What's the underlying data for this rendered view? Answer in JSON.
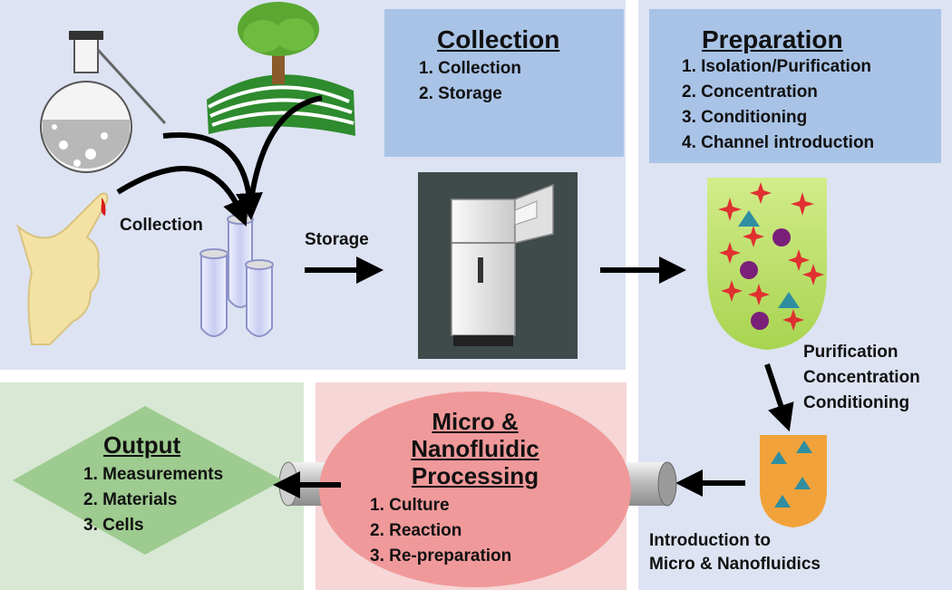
{
  "collection_box": {
    "title": "Collection",
    "items": [
      "1. Collection",
      "2. Storage"
    ]
  },
  "preparation_box": {
    "title": "Preparation",
    "items": [
      "1. Isolation/Purification",
      "2. Concentration",
      "3. Conditioning",
      "4. Channel introduction"
    ]
  },
  "labels": {
    "collection": "Collection",
    "storage": "Storage",
    "purification": "Purification",
    "concentration": "Concentration",
    "conditioning": "Conditioning",
    "introduction_line1": "Introduction to",
    "introduction_line2": "Micro & Nanofluidics"
  },
  "processing": {
    "title_line1": "Micro &",
    "title_line2": "Nanofluidic",
    "title_line3": "Processing",
    "items": [
      "1. Culture",
      "2. Reaction",
      "3. Re-preparation"
    ]
  },
  "output": {
    "title": "Output",
    "items": [
      "1. Measurements",
      "2. Materials",
      "3. Cells"
    ]
  },
  "colors": {
    "top_panel": "#dde3f2",
    "right_panel": "#dde3f2",
    "title_box": "#a9c3e6",
    "output_panel": "#d8e8d4",
    "output_diamond": "#9ecb90",
    "processing_panel": "#f6d6d6",
    "processing_ellipse": "#f0999a",
    "tube": "#c8c8c8"
  }
}
